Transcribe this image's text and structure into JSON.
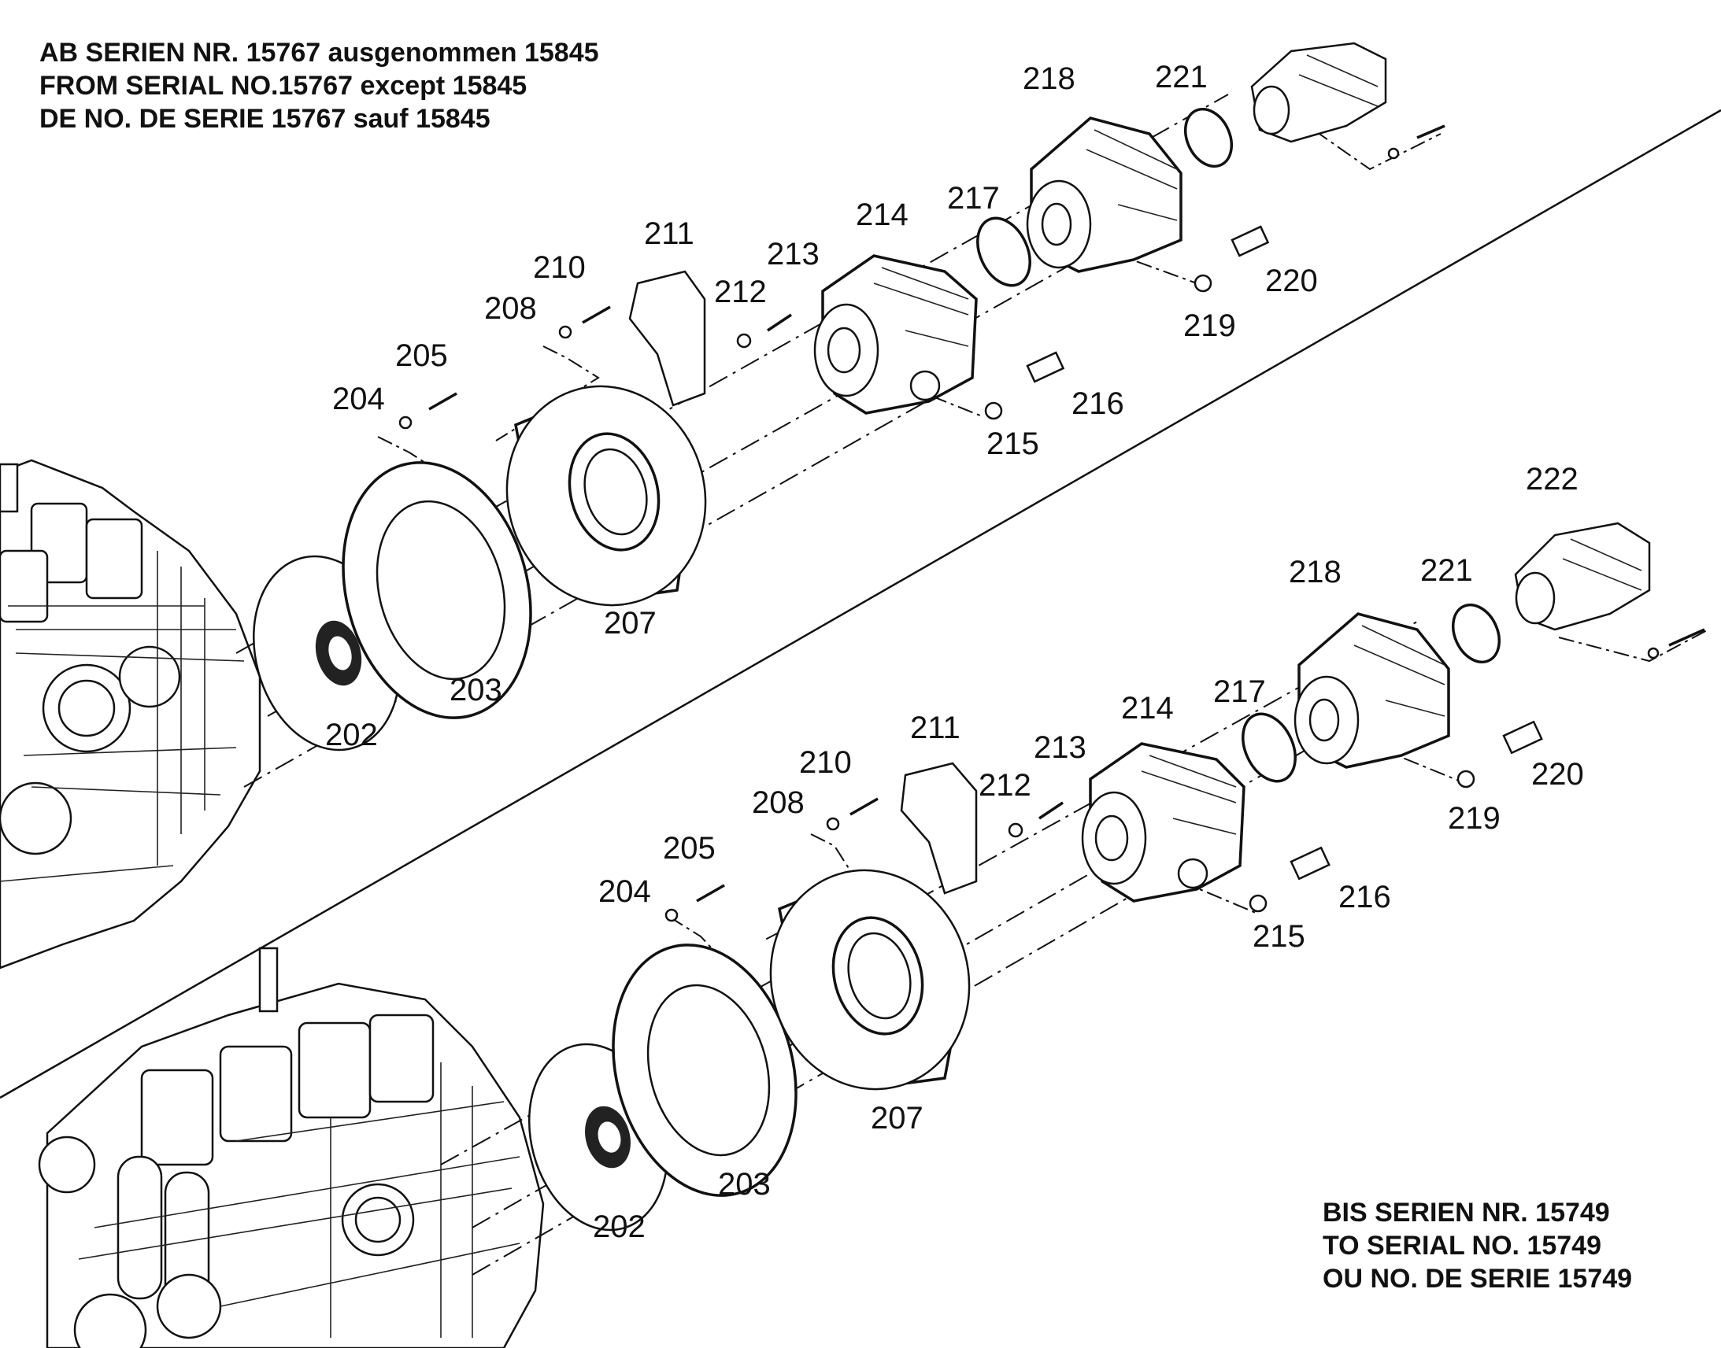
{
  "top_caption": [
    "AB SERIEN NR. 15767 ausgenommen 15845",
    "FROM SERIAL NO.15767 except 15845",
    "DE NO. DE SERIE 15767 sauf 15845"
  ],
  "bottom_caption": [
    "BIS SERIEN NR. 15749",
    "TO SERIAL NO. 15749",
    "OU NO. DE SERIE 15749"
  ],
  "upper_assembly": {
    "callouts": [
      "202",
      "203",
      "204",
      "205",
      "207",
      "208",
      "210",
      "211",
      "212",
      "213",
      "214",
      "215",
      "216",
      "217",
      "218",
      "219",
      "220",
      "221"
    ]
  },
  "lower_assembly": {
    "callouts": [
      "202",
      "203",
      "204",
      "205",
      "207",
      "208",
      "210",
      "211",
      "212",
      "213",
      "214",
      "215",
      "216",
      "217",
      "218",
      "219",
      "220",
      "221",
      "222"
    ]
  }
}
